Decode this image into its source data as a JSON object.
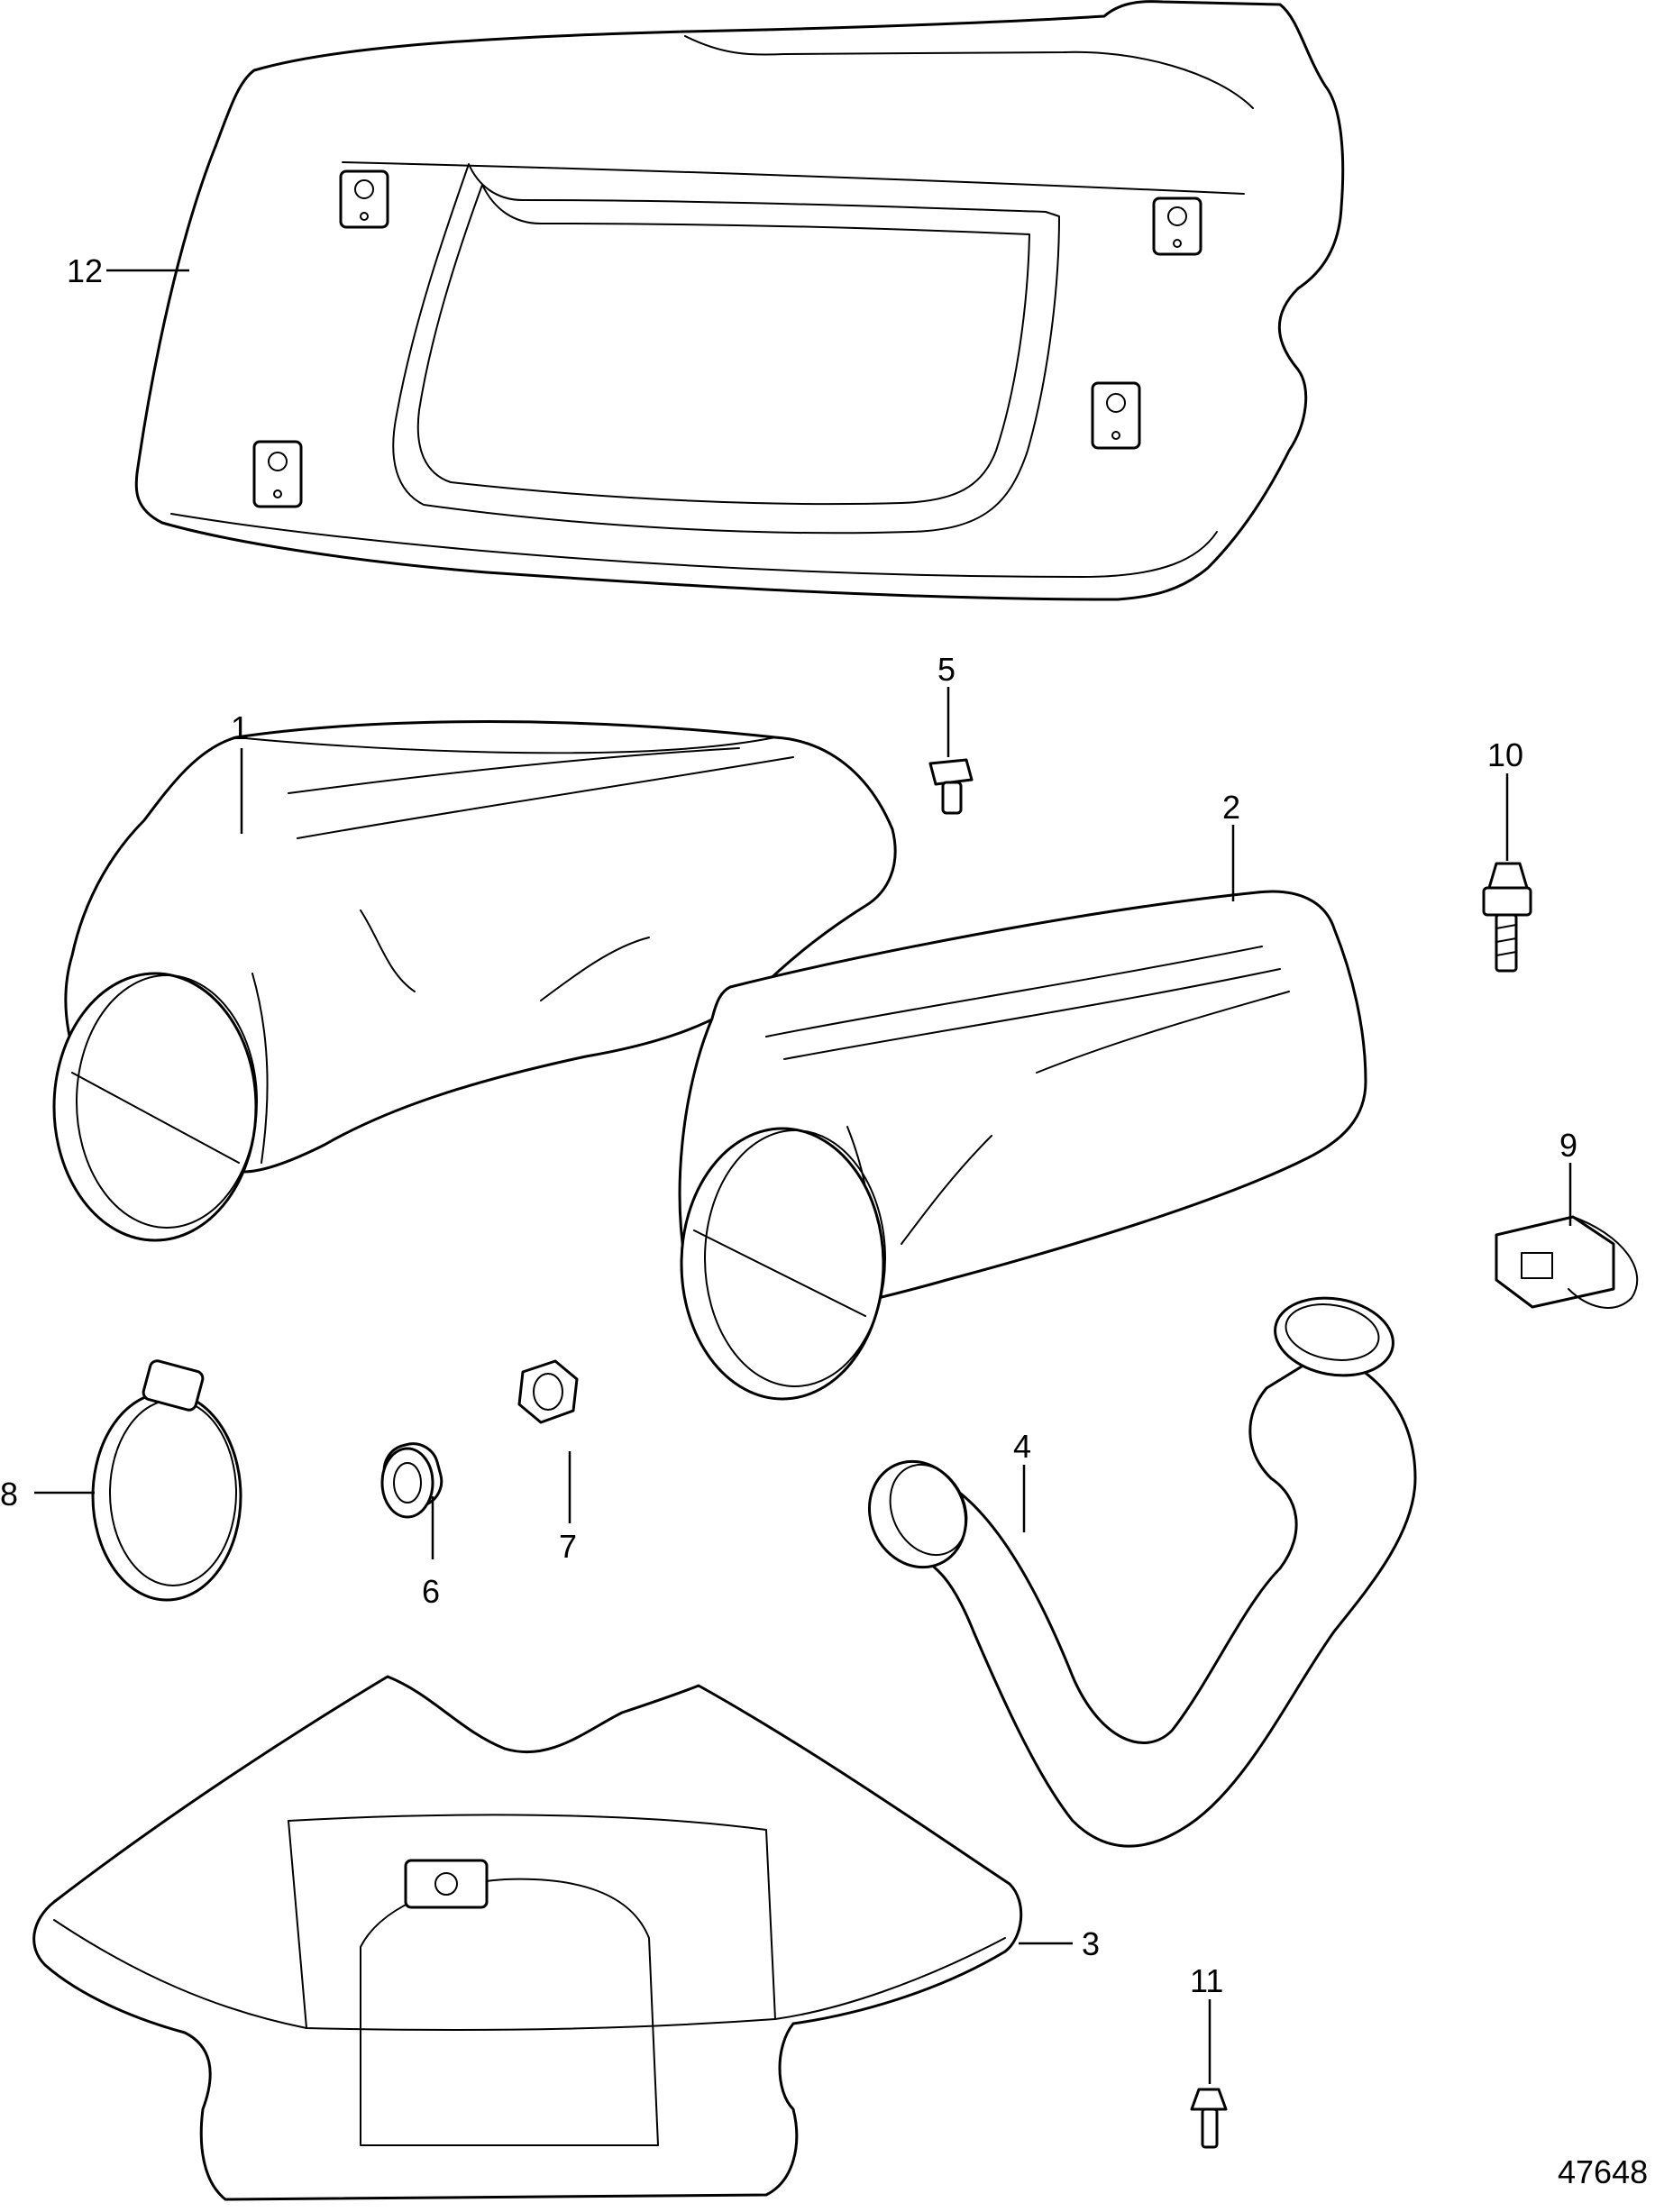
{
  "callouts": [
    {
      "id": "12",
      "label": "12"
    },
    {
      "id": "1",
      "label": "1"
    },
    {
      "id": "5",
      "label": "5"
    },
    {
      "id": "10",
      "label": "10"
    },
    {
      "id": "2",
      "label": "2"
    },
    {
      "id": "9",
      "label": "9"
    },
    {
      "id": "8",
      "label": "8"
    },
    {
      "id": "6",
      "label": "6"
    },
    {
      "id": "7",
      "label": "7"
    },
    {
      "id": "4",
      "label": "4"
    },
    {
      "id": "3",
      "label": "3"
    },
    {
      "id": "11",
      "label": "11"
    }
  ],
  "figure_number": "47648"
}
